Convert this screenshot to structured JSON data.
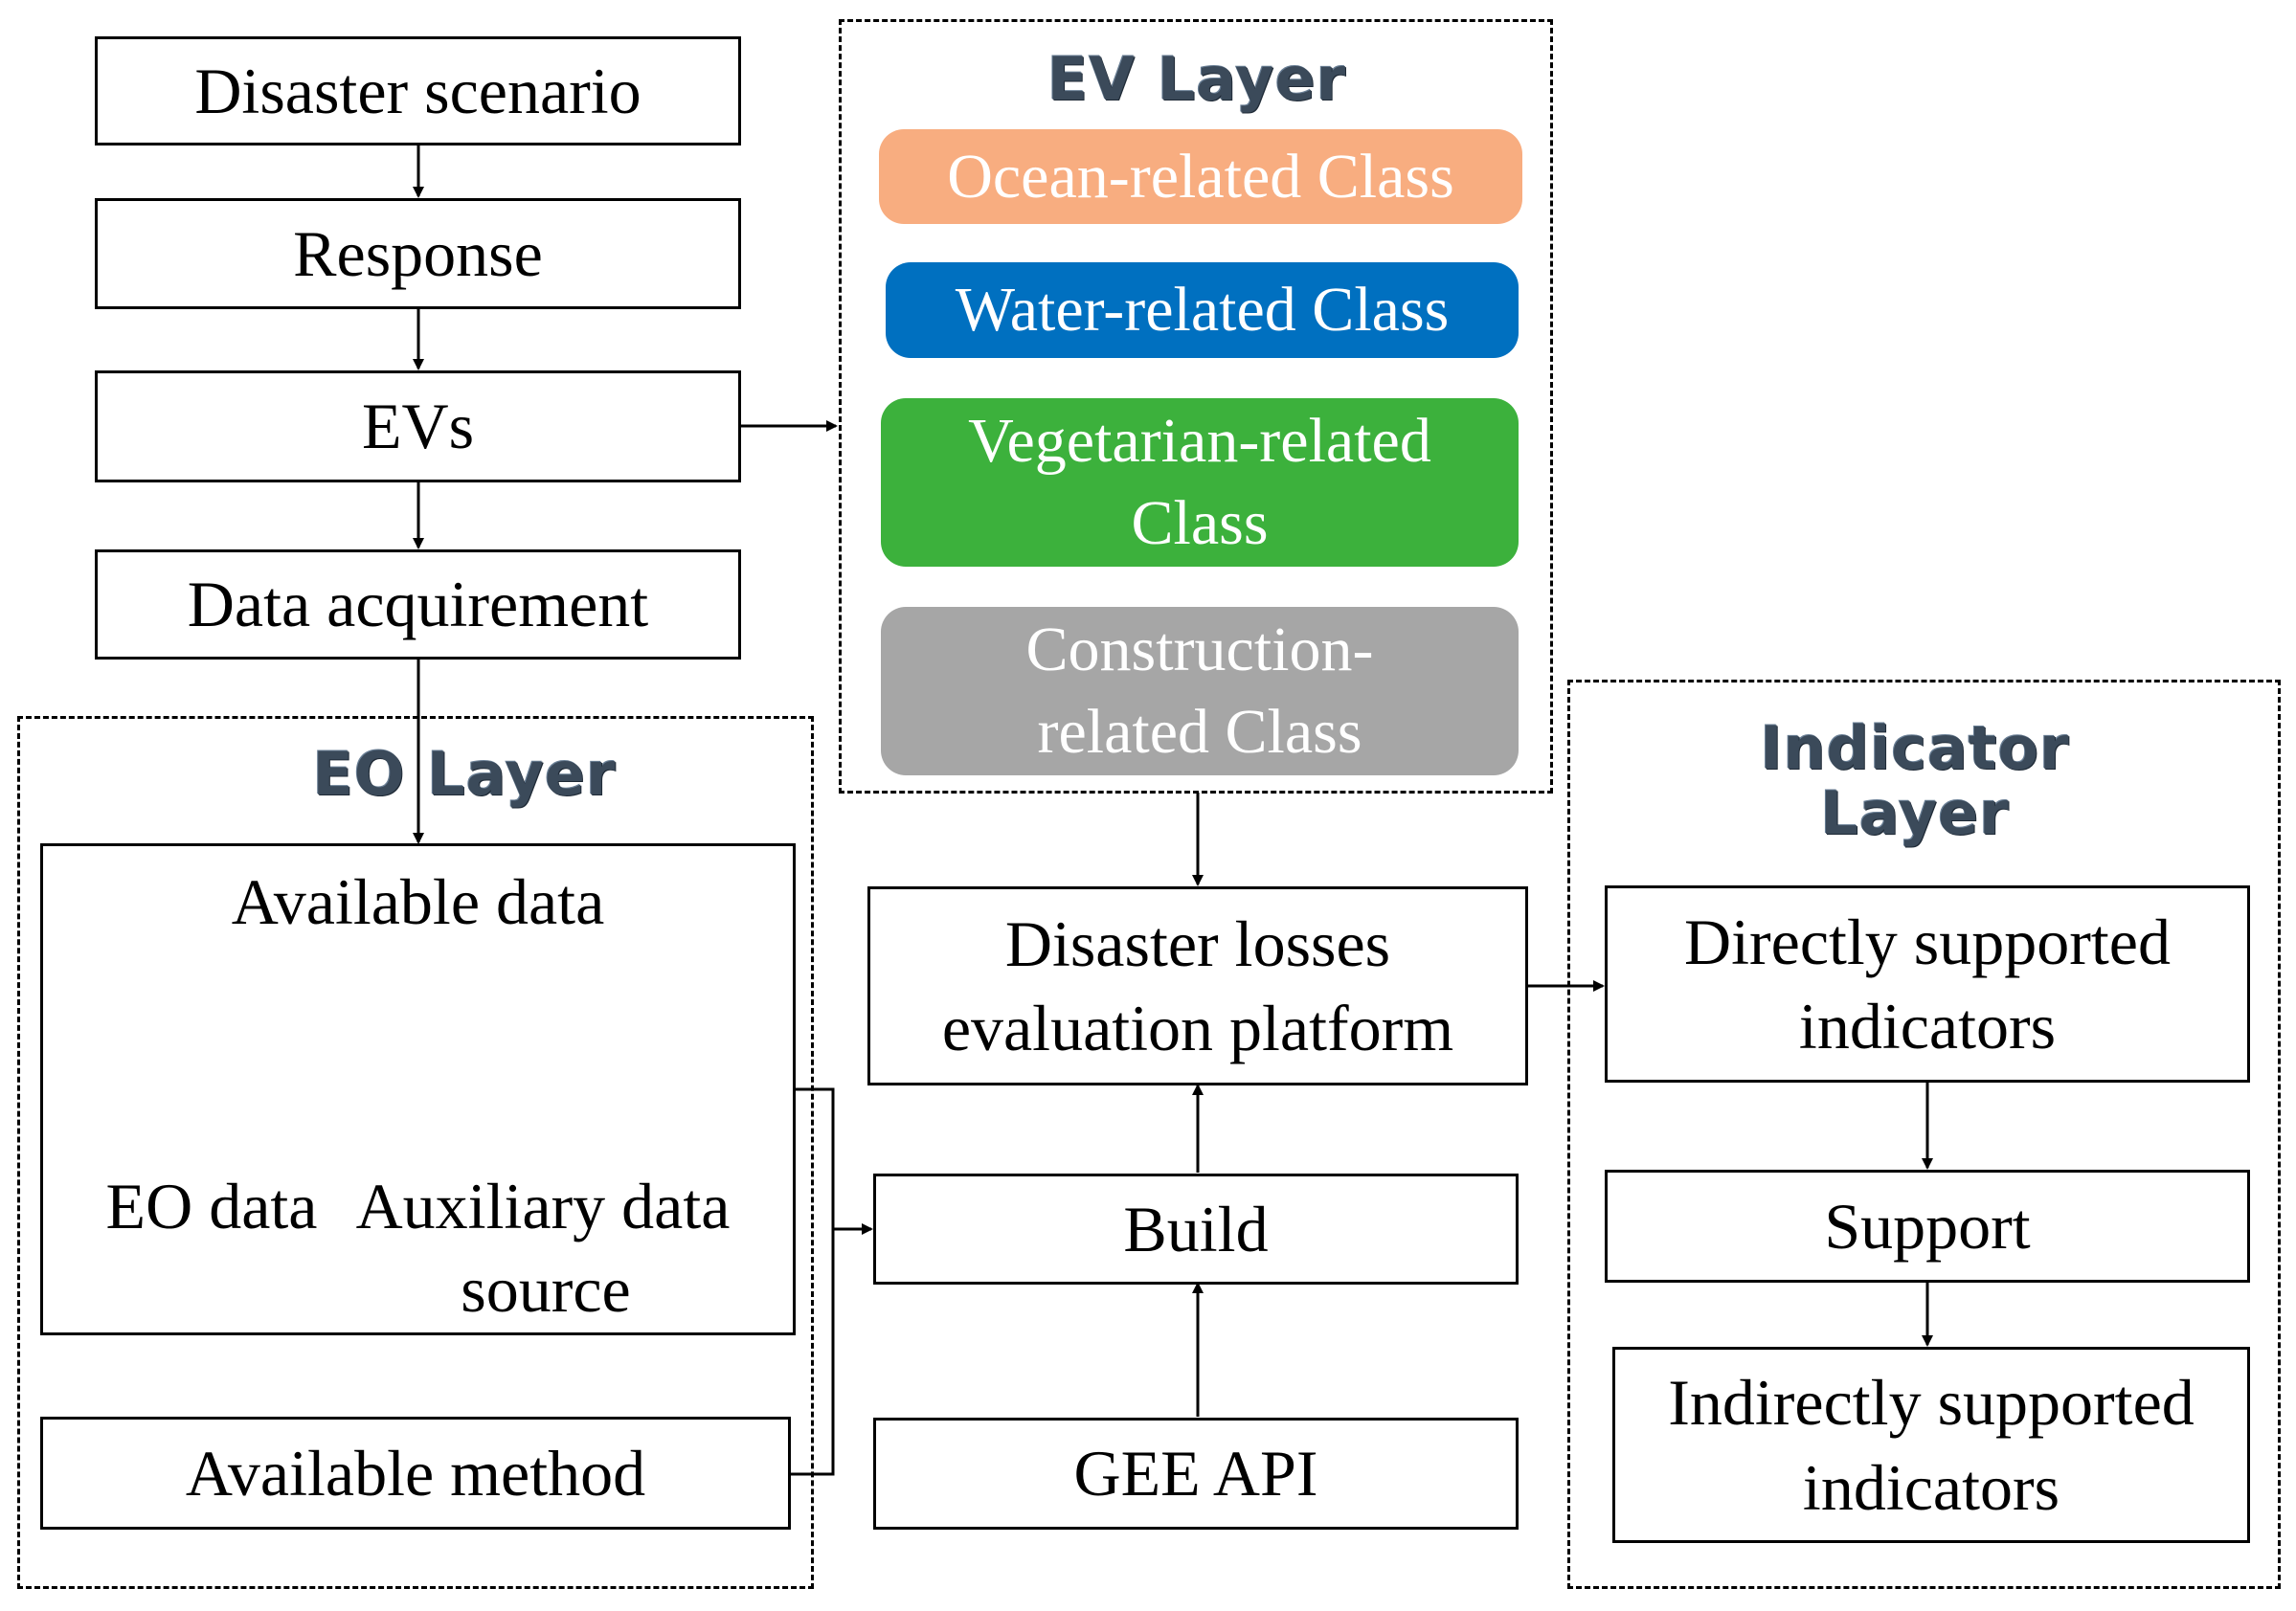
{
  "flow": {
    "disaster_scenario": "Disaster scenario",
    "response": "Response",
    "evs": "EVs",
    "data_acquirement": "Data acquirement"
  },
  "ev_layer": {
    "title": "EV Layer",
    "classes": [
      {
        "label": "Ocean-related Class",
        "color": "#f8ad80"
      },
      {
        "label": "Water-related Class",
        "color": "#0070c0"
      },
      {
        "label": "Vegetarian-related Class",
        "color": "#3cb13c"
      },
      {
        "label": "Construction-related Class",
        "color": "#a6a6a6"
      }
    ]
  },
  "eo_layer": {
    "title": "EO Layer",
    "available_data": "Available data",
    "eo_data": "EO data",
    "auxiliary_data_line1": "Auxiliary data",
    "auxiliary_data_line2": "source",
    "available_method": "Available method"
  },
  "platform": {
    "evaluation_platform": "Disaster losses evaluation platform",
    "build": "Build",
    "gee_api": "GEE API"
  },
  "indicator_layer": {
    "title": "Indicator Layer",
    "directly": "Directly supported indicators",
    "support": "Support",
    "indirectly": "Indirectly supported indicators"
  }
}
